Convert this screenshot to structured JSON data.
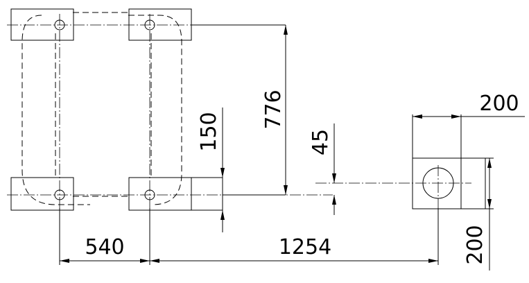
{
  "dimensions": {
    "pitch_horizontal": "540",
    "pitch_vertical": "776",
    "offset_to_pit": "1254",
    "block_width": "150",
    "pit_offset": "45",
    "pit_width": "200",
    "pit_depth": "200"
  }
}
